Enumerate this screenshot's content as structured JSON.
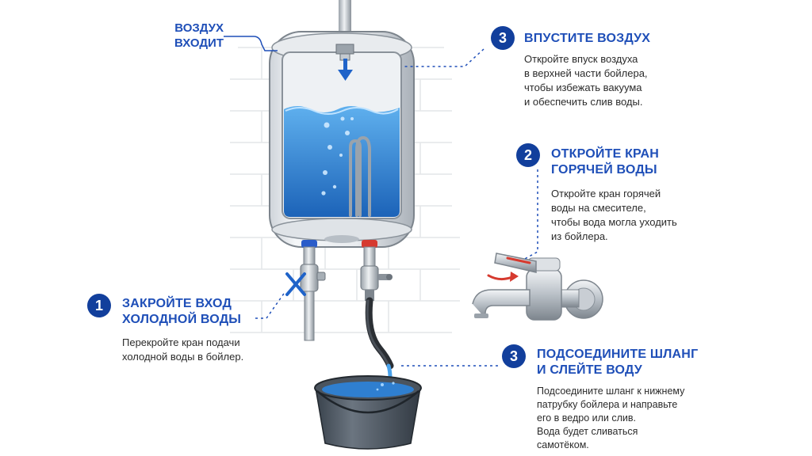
{
  "air_label": {
    "line1": "ВОЗДУХ",
    "line2": "ВХОДИТ"
  },
  "steps": [
    {
      "number": "3",
      "title": [
        "ВПУСТИТЕ ВОЗДУХ"
      ],
      "text": [
        "Откройте впуск воздуха",
        "в верхней части бойлера,",
        "чтобы избежать вакуума",
        "и обеспечить слив воды."
      ]
    },
    {
      "number": "2",
      "title": [
        "ОТКРОЙТЕ КРАН",
        "ГОРЯЧЕЙ ВОДЫ"
      ],
      "text": [
        "Откройте кран горячей",
        "воды на смесителе,",
        "чтобы вода могла уходить",
        "из бойлера."
      ]
    },
    {
      "number": "1",
      "title": [
        "ЗАКРОЙТЕ ВХОД",
        "ХОЛОДНОЙ ВОДЫ"
      ],
      "text": [
        "Перекройте кран подачи",
        "холодной воды в бойлер."
      ]
    },
    {
      "number": "3",
      "title": [
        "ПОДСОЕДИНИТЕ ШЛАНГ",
        "И СЛЕЙТЕ ВОДУ"
      ],
      "text": [
        "Подсоедините шланг к нижнему",
        "патрубку бойлера и направьте",
        "его в ведро или слив.",
        "Вода будет сливаться",
        "самотёком."
      ]
    }
  ],
  "colors": {
    "accent": "#1f4fb8",
    "badge": "#123f9c",
    "water": "#2e86d6",
    "cold_valve": "#2a5cc9",
    "hot_valve": "#d63a2f"
  },
  "icons": [
    "down-arrow-icon",
    "cross-mark-icon",
    "rotate-arrow-icon"
  ]
}
